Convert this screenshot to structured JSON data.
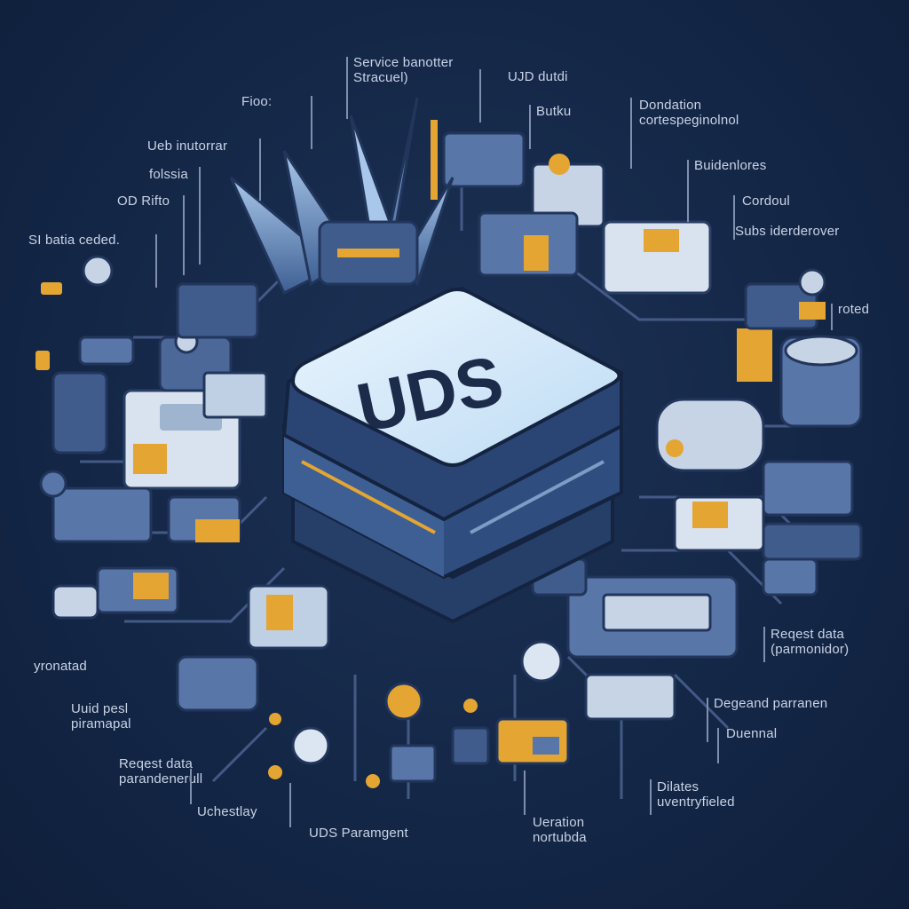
{
  "chip": {
    "label": "UDS"
  },
  "labels": [
    {
      "id": "service-banotter",
      "text": "Service banotter\nStracuel)"
    },
    {
      "id": "ujd-dutdi",
      "text": "UJD dutdi"
    },
    {
      "id": "butku",
      "text": "Butku"
    },
    {
      "id": "dondation",
      "text": "Dondation\ncortespeginolnol"
    },
    {
      "id": "fioo",
      "text": "Fioo:"
    },
    {
      "id": "ueb-inutorrar",
      "text": "Ueb inutorrar"
    },
    {
      "id": "folssia",
      "text": "folssia"
    },
    {
      "id": "od-rifto",
      "text": "OD Rifto"
    },
    {
      "id": "si-batia-ceded",
      "text": "SI batia ceded."
    },
    {
      "id": "buidenlores",
      "text": "Buidenlores"
    },
    {
      "id": "cordoul",
      "text": "Cordoul"
    },
    {
      "id": "subs-iderderover",
      "text": "Subs iderderover"
    },
    {
      "id": "rotdd",
      "text": "roted"
    },
    {
      "id": "request-data-right",
      "text": "Reqest data\n(parmonidor)"
    },
    {
      "id": "degeand-parranen",
      "text": "Degeand parranen"
    },
    {
      "id": "duennal",
      "text": "Duennal"
    },
    {
      "id": "dilates",
      "text": "Dilates\nuventryfieled"
    },
    {
      "id": "yronatad",
      "text": "yronatad"
    },
    {
      "id": "uuid-pesl",
      "text": "Uuid pesl\npiramapal"
    },
    {
      "id": "request-data-left",
      "text": "Reqest data\nparandenerull"
    },
    {
      "id": "uchestlay",
      "text": "Uchestlay"
    },
    {
      "id": "uds-paramgent",
      "text": "UDS Paramgent"
    },
    {
      "id": "ueration-nortubda",
      "text": "Ueration\nnortubda"
    }
  ],
  "colors": {
    "background": "#142747",
    "chip_top": "#d9ecfb",
    "chip_side": "#2f4d7e",
    "accent": "#e4a533",
    "component": "#5877a8",
    "label": "#c9d3e6"
  }
}
